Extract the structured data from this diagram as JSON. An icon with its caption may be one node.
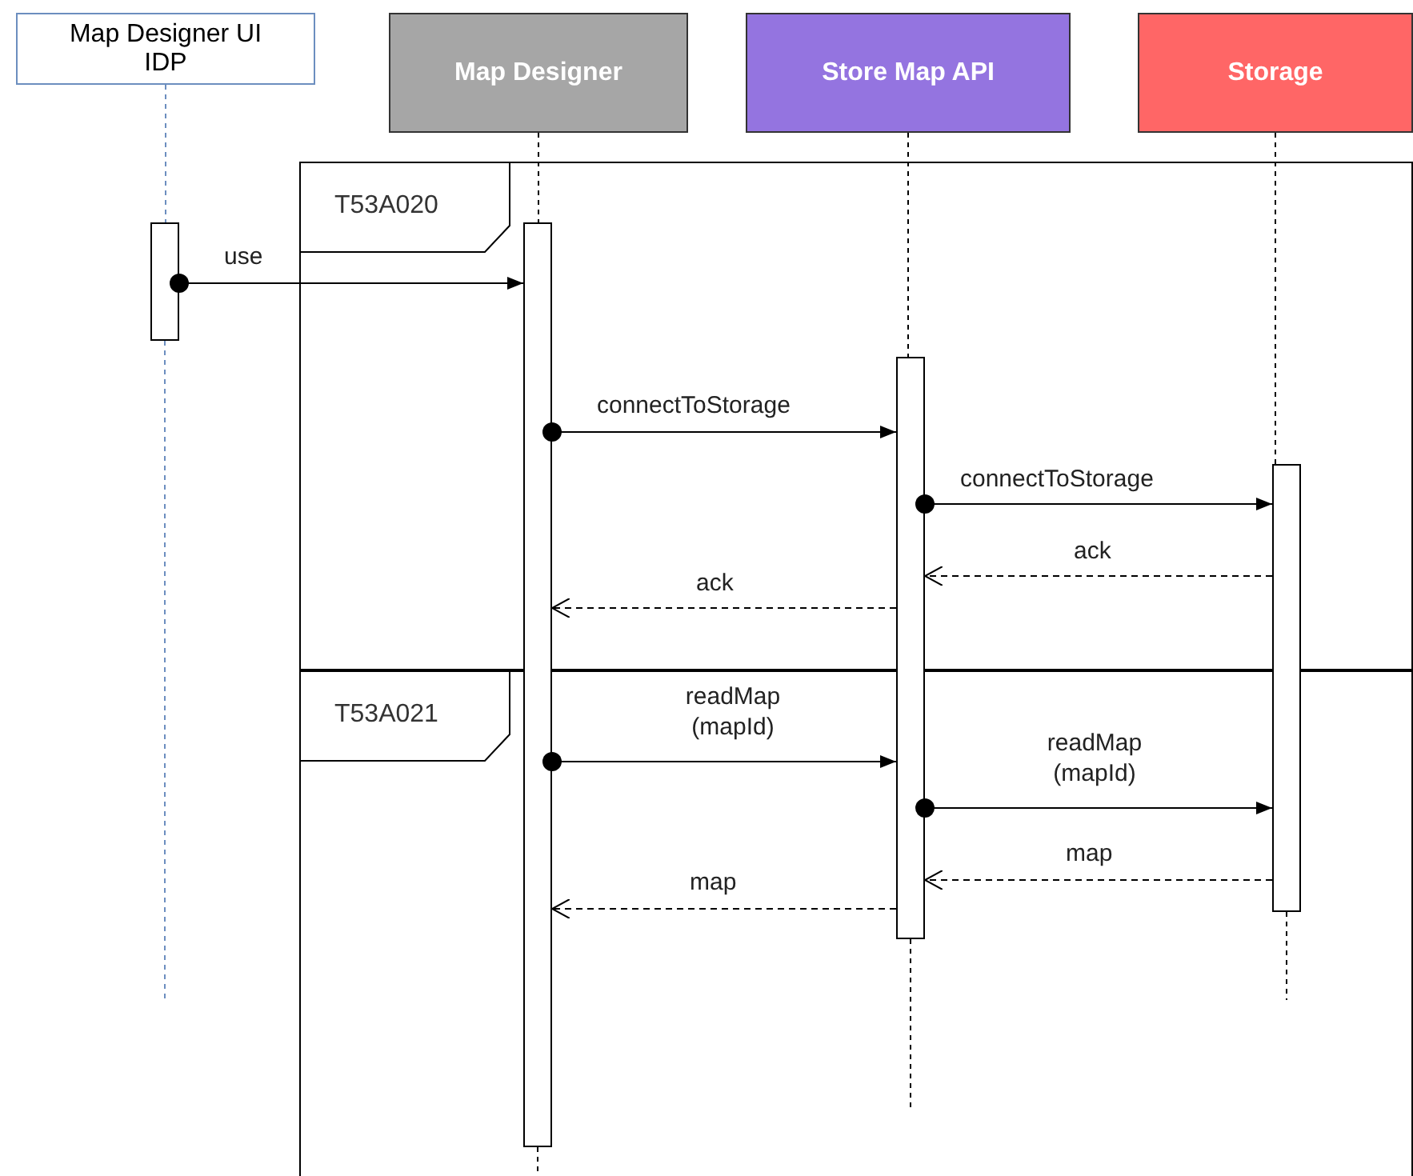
{
  "diagram": {
    "nodes": [
      {
        "text": [
          "Map Designer UI IDP"
        ]
      },
      {
        "text": [
          "Map Designer"
        ]
      },
      {
        "text": [
          "Store Map API"
        ]
      },
      {
        "text": [
          "Storage"
        ]
      },
      {
        "text": [
          "T53A020"
        ]
      },
      {
        "text": [
          "T53A021"
        ]
      },
      {
        "text": [],
        "shape": "bar"
      },
      {
        "text": [],
        "shape": "bar"
      },
      {
        "text": [],
        "shape": "bar"
      },
      {
        "text": [],
        "shape": "bar"
      }
    ],
    "edges": [
      {
        "from": 6,
        "to": 7,
        "arrow": "to",
        "label": "use"
      },
      {
        "from": 7,
        "to": 8,
        "arrow": "to",
        "label": "connectToStorage"
      },
      {
        "from": 8,
        "to": 9,
        "arrow": "to",
        "label": "connectToStorage"
      },
      {
        "from": 9,
        "to": 8,
        "arrow": "to",
        "label": "ack",
        "style": "dashed"
      },
      {
        "from": 8,
        "to": 7,
        "arrow": "to",
        "label": "ack",
        "style": "dashed"
      },
      {
        "from": 7,
        "to": 8,
        "arrow": "to",
        "label": "readMap (mapId)"
      },
      {
        "from": 8,
        "to": 9,
        "arrow": "to",
        "label": "readMap (mapId)"
      },
      {
        "from": 9,
        "to": 8,
        "arrow": "to",
        "label": "map",
        "style": "dashed"
      },
      {
        "from": 8,
        "to": 7,
        "arrow": "to",
        "label": "map",
        "style": "dashed"
      },
      {
        "from": 0,
        "to": 6,
        "arrow": "none",
        "style": "dashed",
        "color": "#6c8ebf"
      },
      {
        "from": 1,
        "to": 7,
        "arrow": "none",
        "style": "dashed"
      },
      {
        "from": 2,
        "to": 8,
        "arrow": "none",
        "style": "dashed"
      },
      {
        "from": 3,
        "to": 9,
        "arrow": "none",
        "style": "dashed"
      }
    ]
  }
}
